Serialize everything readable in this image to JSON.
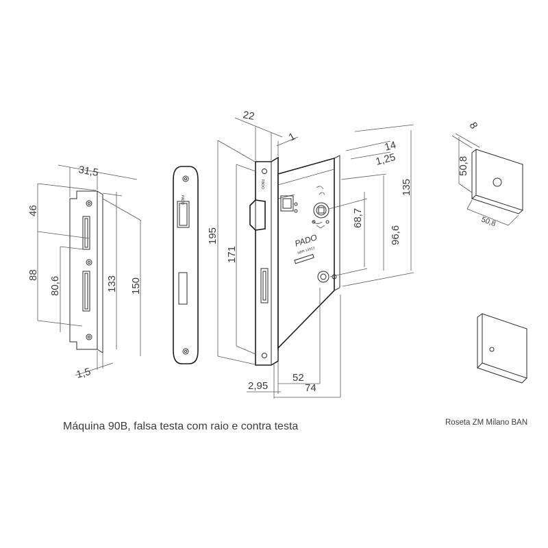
{
  "captions": {
    "main": "Máquina 90B, falsa testa com raio e contra testa",
    "roseta": "Roseta ZM Milano BAN"
  },
  "brand": {
    "logo_text": "PADO",
    "body_text": "PADO",
    "norm_text": "NBR 14913"
  },
  "dimensions": {
    "strike_width": "31,5",
    "strike_top": "46",
    "strike_mid": "88",
    "strike_lower": "80,6",
    "strike_inner": "133",
    "strike_total": "150",
    "strike_thickness": "1,5",
    "front_width": "22",
    "front_gap": "1",
    "body_height": "195",
    "front_height": "171",
    "side_14": "14",
    "side_125": "1,25",
    "side_135": "135",
    "side_966": "96,6",
    "side_687": "68,7",
    "bottom_295": "2,95",
    "bottom_52": "52",
    "bottom_74": "74",
    "rose_thickness": "8",
    "rose_height": "50,8",
    "rose_width": "50,8"
  }
}
